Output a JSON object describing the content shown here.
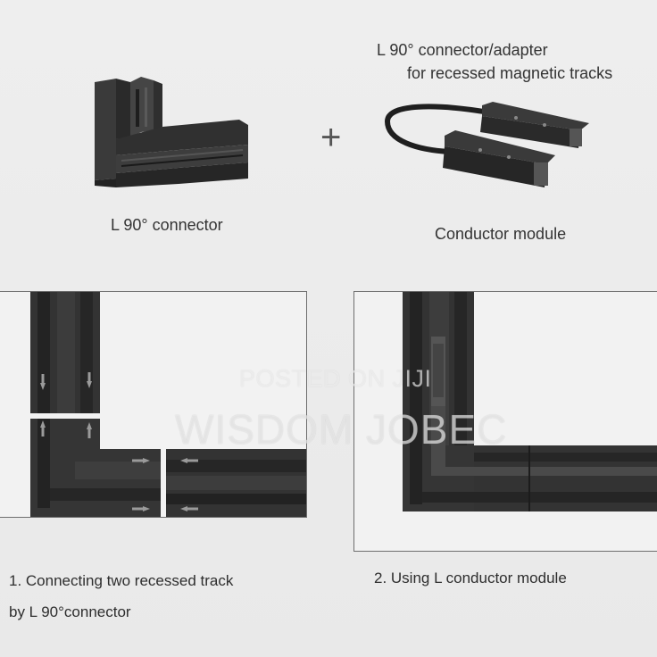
{
  "top": {
    "left_label": "L 90° connector",
    "plus_symbol": "+",
    "right_title_line1": "L 90° connector/adapter",
    "right_title_line2": "for recessed magnetic tracks",
    "right_label": "Conductor module"
  },
  "watermark": {
    "line1": "POSTED ON JIJI",
    "line2": "WISDOM JOBEC"
  },
  "panels": {
    "left_caption_line1": "1. Connecting two recessed track",
    "left_caption_line2": "by L 90°connector",
    "right_caption": "2. Using L conductor module"
  },
  "colors": {
    "background": "#ececec",
    "track": "#2b2b2b",
    "panel_border": "#6e6e6e"
  }
}
